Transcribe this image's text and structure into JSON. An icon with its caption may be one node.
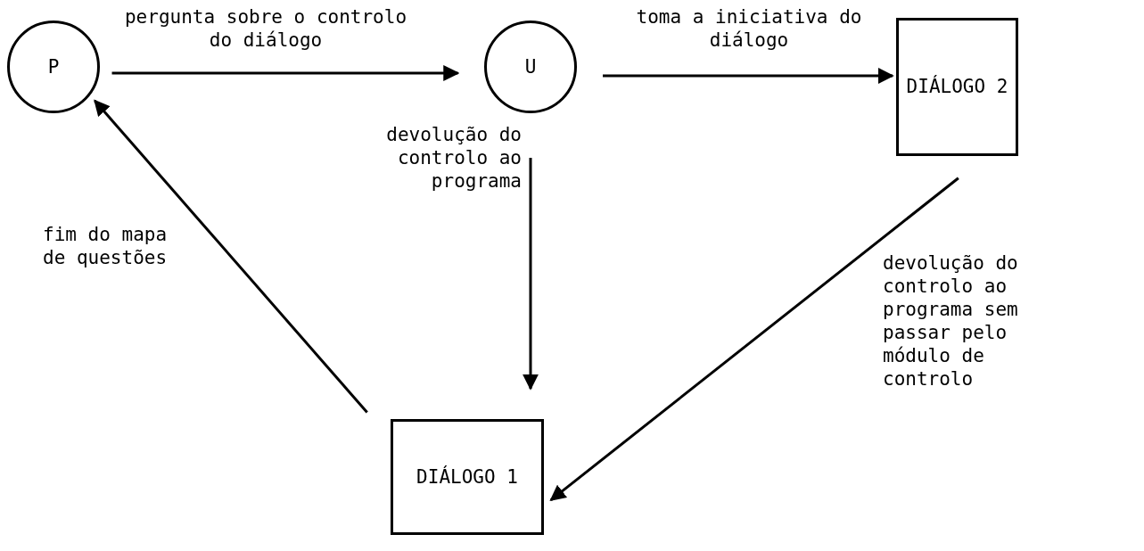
{
  "diagram": {
    "nodes": [
      {
        "text": [
          "P"
        ]
      },
      {
        "text": [
          "U"
        ]
      },
      {
        "text": [
          "DIÁLOGO 2"
        ]
      },
      {
        "text": [
          "DIÁLOGO 1"
        ]
      }
    ],
    "edges": [
      {
        "from": 0,
        "to": 1,
        "arrow": "to",
        "label": "pergunta sobre o controlo do diálogo"
      },
      {
        "from": 1,
        "to": 2,
        "arrow": "to",
        "label": "toma a iniciativa do diálogo"
      },
      {
        "from": 1,
        "to": 3,
        "arrow": "to",
        "label": "devolução do controlo ao programa"
      },
      {
        "from": 2,
        "to": 3,
        "arrow": "to",
        "label": "devolução do controlo ao programa sem passar pelo módulo de controlo"
      },
      {
        "from": 3,
        "to": 0,
        "arrow": "to",
        "label": "fim do mapa de questões"
      }
    ]
  }
}
